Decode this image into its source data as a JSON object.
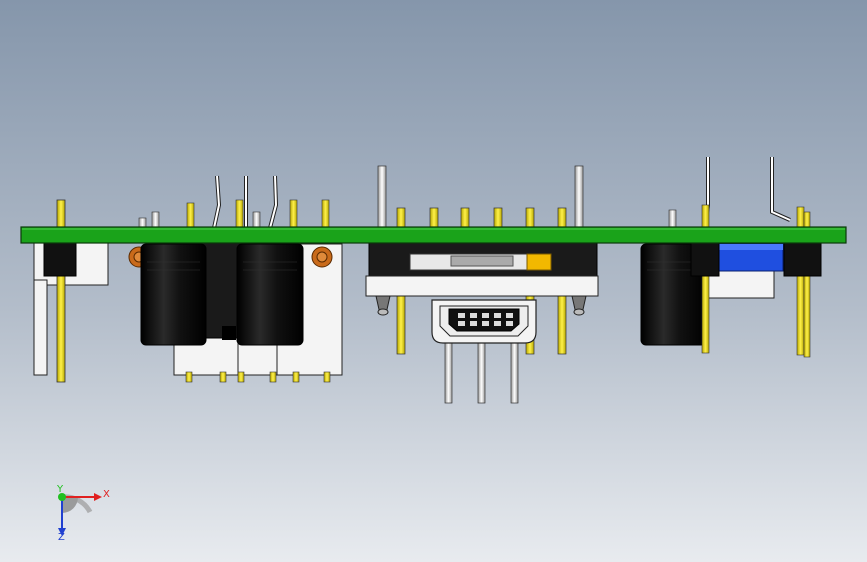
{
  "triad": {
    "x_label": "X",
    "y_label": "Y",
    "z_label": "Z",
    "x_color": "#e02020",
    "y_color": "#20c020",
    "z_color": "#2040d0"
  },
  "colors": {
    "pcb": "#1aa31a",
    "pin_gold": "#e8d800",
    "capacitor": "#0d0d0d",
    "connector_blue": "#1f4fe0",
    "header_white": "#f4f4f4"
  }
}
